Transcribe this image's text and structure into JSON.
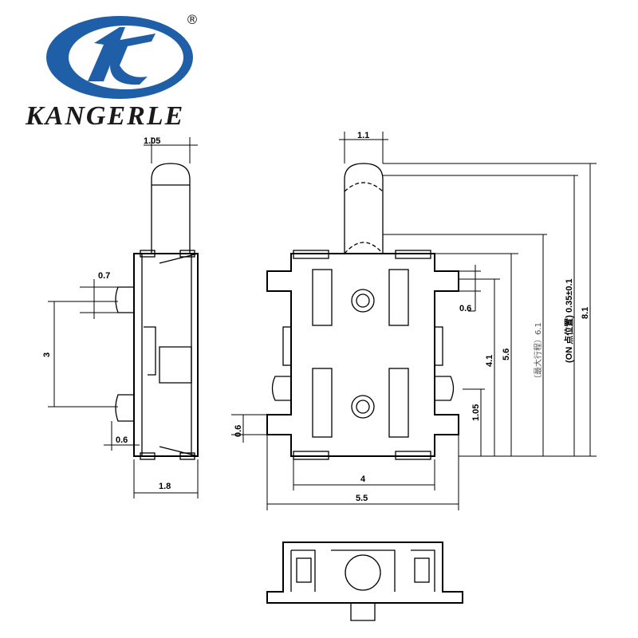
{
  "logo": {
    "brand": "KANGERLE",
    "registered": "®",
    "brand_color": "#1f5fa8"
  },
  "side_view": {
    "dims": {
      "plunger_width": "1.05",
      "pin_height": "0.7",
      "pin_pitch": "3",
      "pin_offset": "0.6",
      "body_width": "1.8"
    }
  },
  "front_view": {
    "dims": {
      "plunger_width": "1.1",
      "terminal_height": "0.6",
      "dim_4_1": "4.1",
      "dim_5_6": "5.6",
      "dim_1_05": "1.05",
      "left_tab": "0.6",
      "inner_width": "4",
      "outer_width": "5.5",
      "max_travel": "（最大行程）6.1",
      "on_position": "(ON 点位置) 0.35±0.1",
      "total_height": "8.1"
    }
  }
}
